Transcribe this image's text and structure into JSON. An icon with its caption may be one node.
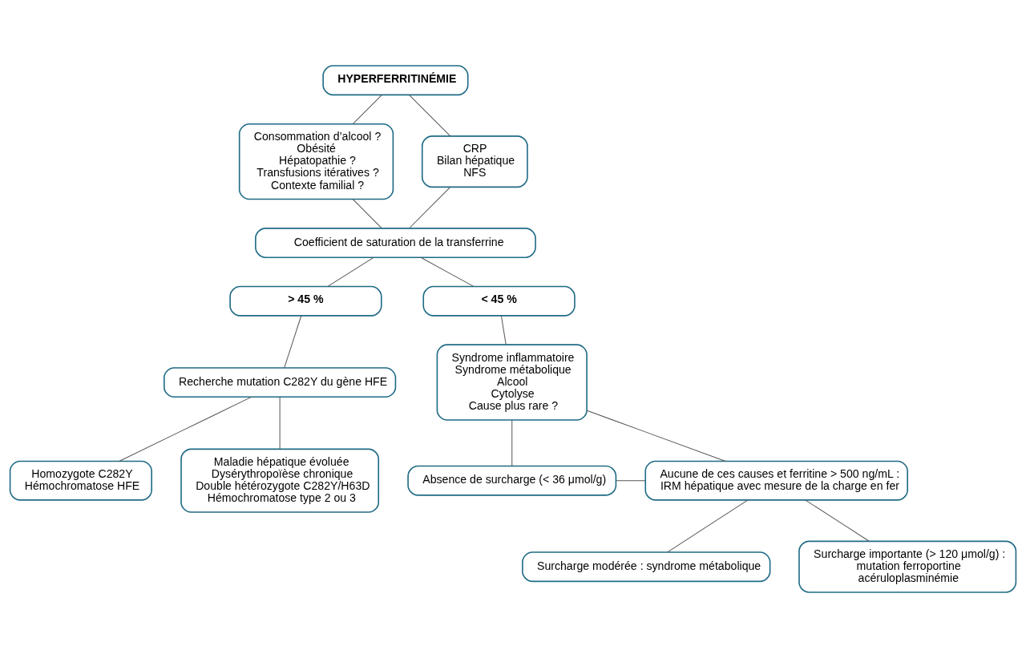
{
  "diagram": {
    "nodes": [
      {
        "text": [
          "HYPERFERRITINÉMIE"
        ]
      },
      {
        "text": [
          "Consommation d’alcool ?",
          "Obésité",
          "Hépatopathie ?",
          "Transfusions itératives ?",
          "Contexte familial ?"
        ]
      },
      {
        "text": [
          "CRP",
          "Bilan hépatique",
          "NFS"
        ]
      },
      {
        "text": [
          "Coefficient de saturation de la transferrine"
        ]
      },
      {
        "text": [
          "> 45 %"
        ]
      },
      {
        "text": [
          "< 45 %"
        ]
      },
      {
        "text": [
          "Recherche mutation C282Y du gène HFE"
        ]
      },
      {
        "text": [
          "Syndrome inflammatoire",
          "Syndrome métabolique",
          "Alcool",
          "Cytolyse",
          "Cause plus rare ?"
        ]
      },
      {
        "text": [
          "Homozygote C282Y",
          "Hémochromatose HFE"
        ]
      },
      {
        "text": [
          "Maladie hépatique évoluée",
          "Dysérythropoïèse chronique",
          "Double hétérozygote C282Y/H63D",
          "Hémochromatose type 2 ou 3"
        ]
      },
      {
        "text": [
          "Absence de surcharge (< 36 μmol/g)"
        ]
      },
      {
        "text": [
          "Aucune de ces causes et ferritine > 500 ng/mL : IRM hépatique avec mesure de la charge en fer"
        ]
      },
      {
        "text": [
          "Surcharge modérée : syndrome métabolique"
        ]
      },
      {
        "text": [
          "Surcharge importante (> 120 μmol/g) :",
          "mutation ferroportine",
          "acéruloplasminémie"
        ]
      }
    ],
    "edges": [
      {
        "from": 0,
        "to": 1,
        "arrow": "none"
      },
      {
        "from": 0,
        "to": 2,
        "arrow": "none"
      },
      {
        "from": 1,
        "to": 3,
        "arrow": "none"
      },
      {
        "from": 2,
        "to": 3,
        "arrow": "none"
      },
      {
        "from": 3,
        "to": 4,
        "arrow": "none"
      },
      {
        "from": 3,
        "to": 5,
        "arrow": "none"
      },
      {
        "from": 4,
        "to": 6,
        "arrow": "none"
      },
      {
        "from": 5,
        "to": 7,
        "arrow": "none"
      },
      {
        "from": 6,
        "to": 8,
        "arrow": "none"
      },
      {
        "from": 6,
        "to": 9,
        "arrow": "none"
      },
      {
        "from": 7,
        "to": 10,
        "arrow": "none"
      },
      {
        "from": 7,
        "to": 11,
        "arrow": "none"
      },
      {
        "from": 10,
        "to": 11,
        "arrow": "none"
      },
      {
        "from": 11,
        "to": 12,
        "arrow": "none"
      },
      {
        "from": 11,
        "to": 13,
        "arrow": "none"
      }
    ]
  }
}
